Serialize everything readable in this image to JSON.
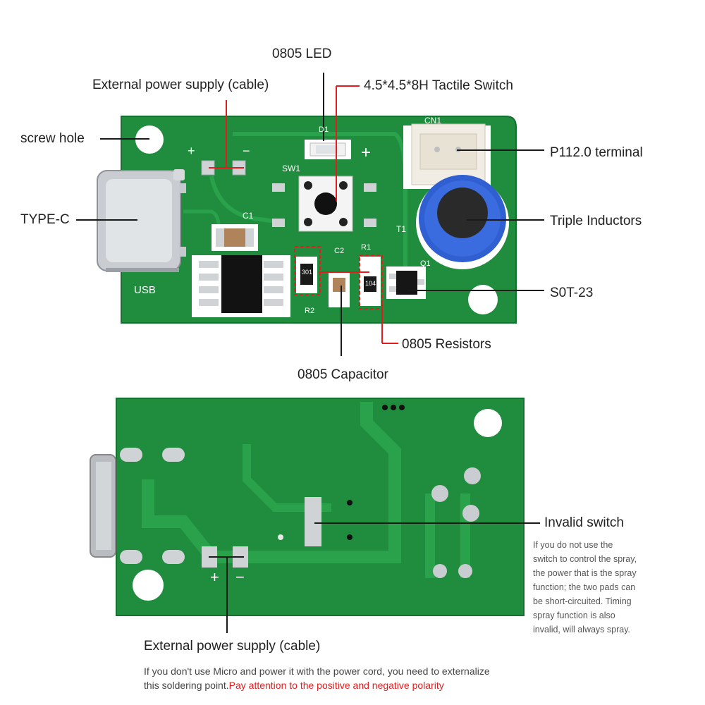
{
  "top_labels": {
    "led": "0805 LED",
    "ext_power": "External power supply (cable)",
    "tactile": "4.5*4.5*8H Tactile Switch",
    "screw_hole": "screw hole",
    "p112": "P112.0 terminal",
    "type_c": "TYPE-C",
    "inductors": "Triple Inductors",
    "sot23": "S0T-23",
    "resistors": "0805 Resistors",
    "capacitor": "0805 Capacitor"
  },
  "board_silkscreen": {
    "plus": "+",
    "minus": "−",
    "d1": "D1",
    "sw1": "SW1",
    "cn1": "CN1",
    "c1": "C1",
    "t1": "T1",
    "q1": "Q1",
    "c2": "C2",
    "r2": "R2",
    "r1": "R1",
    "usb": "USB",
    "res_a": "301",
    "res_b": "104"
  },
  "bottom_labels": {
    "invalid_switch": "Invalid switch",
    "invalid_note": [
      "If you do not use the",
      "switch to control the spray,",
      "the power that is the spray",
      "function; the two pads can",
      "be short-circuited. Timing",
      "spray function is also",
      "invalid, will always spray."
    ],
    "ext_power": "External power supply (cable)",
    "footer_line1": "If you don't use Micro and power it with the power cord, you need to externalize",
    "footer_line2_black": "this soldering point.",
    "footer_line2_red": "Pay attention to the positive and negative polarity",
    "pad_plus": "+",
    "pad_minus": "−"
  },
  "colors": {
    "pcb_green": "#1e8a3c",
    "accent_red": "#e11d1d",
    "inductor_blue": "#2f5fd0"
  }
}
